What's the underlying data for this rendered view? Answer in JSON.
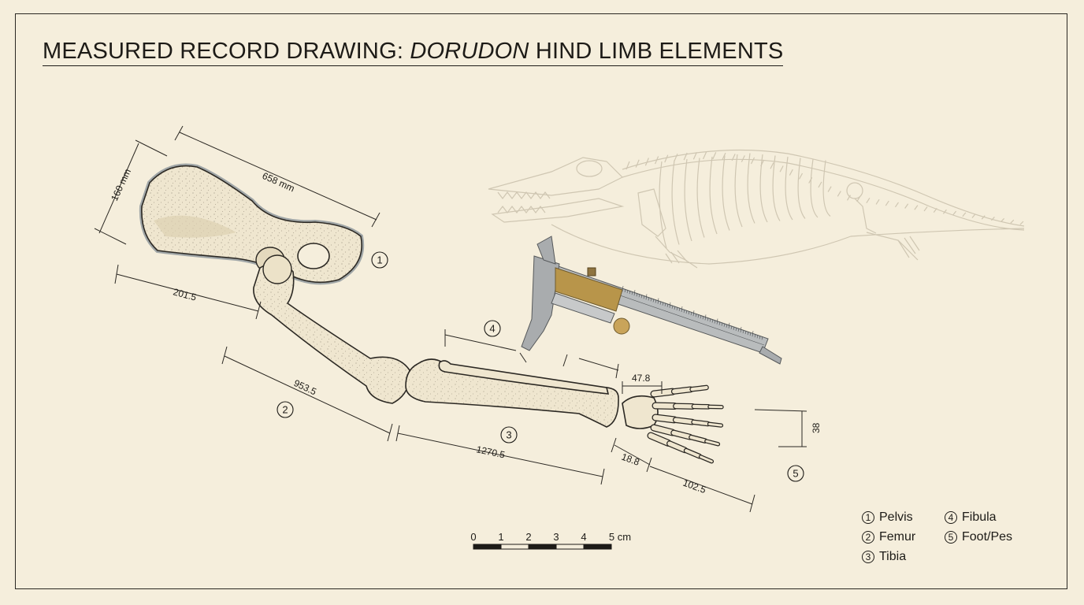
{
  "title": {
    "prefix": "MEASURED RECORD DRAWING: ",
    "genus": "DORUDON",
    "suffix": " HIND LIMB ELEMENTS"
  },
  "dimensions": {
    "pelvis_length": "658 mm",
    "pelvis_height": "160 mm",
    "pelvis_width": "201.5",
    "femur_length": "953.5",
    "tibia_length": "1270.5",
    "foot_width": "47.8",
    "foot_height": "38",
    "foot_small": "18.8",
    "foot_length": "102.5"
  },
  "callouts": [
    "1",
    "2",
    "3",
    "4",
    "5"
  ],
  "legend": [
    {
      "num": "1",
      "label": "Pelvis"
    },
    {
      "num": "2",
      "label": "Femur"
    },
    {
      "num": "3",
      "label": "Tibia"
    },
    {
      "num": "4",
      "label": "Fibula"
    },
    {
      "num": "5",
      "label": "Foot/Pes"
    }
  ],
  "scale_bar": {
    "labels": [
      "0",
      "1",
      "2",
      "3",
      "4"
    ],
    "last_label": "5 cm"
  },
  "colors": {
    "paper": "#f5eedc",
    "ink": "#1d1b17",
    "bone": "#efe6cf",
    "pelvis_outline": "#5c6d7d",
    "brass": "#b8954a",
    "steel": "#b9bcbd"
  },
  "icons": {
    "caliper": "vernier-caliper-icon",
    "skeleton": "whale-skeleton-icon"
  }
}
